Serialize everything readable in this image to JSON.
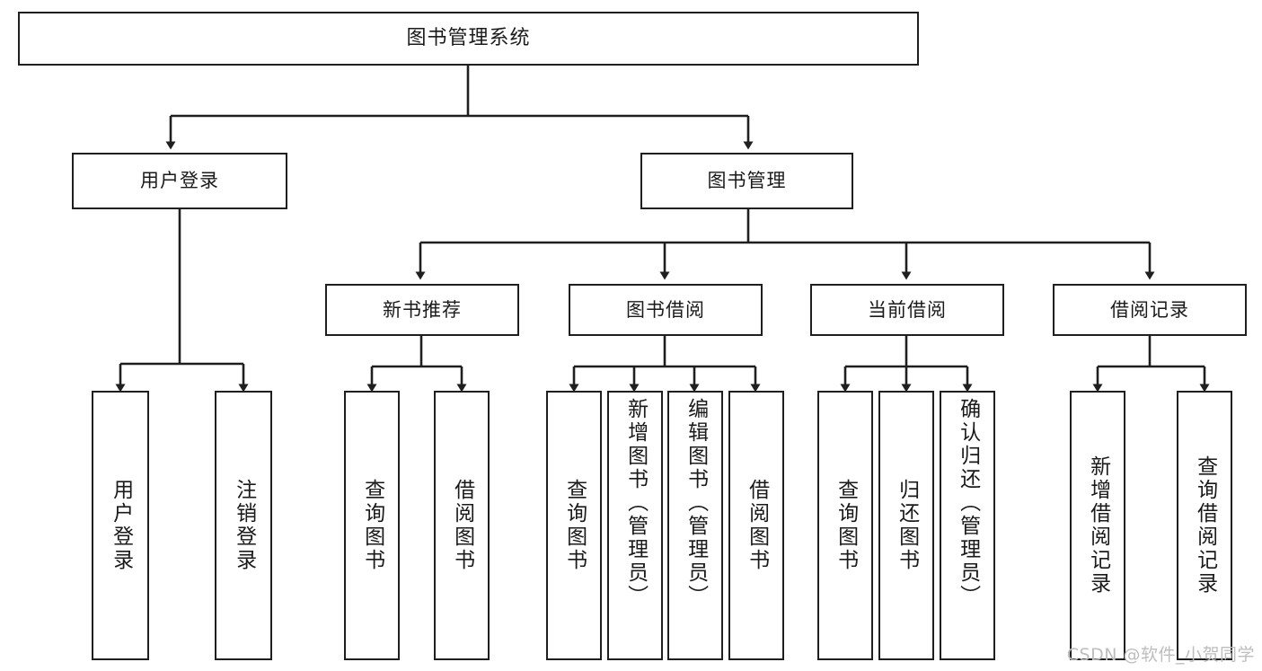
{
  "diagram": {
    "title": "图书管理系统",
    "type": "tree-hierarchy",
    "orientation": "top-down",
    "colors": {
      "node_border": "#1f1f1f",
      "node_fill": "#ffffff",
      "edge": "#1f1f1f",
      "text": "#1a1a1a",
      "watermark": "#bdbdbd"
    }
  },
  "nodes": {
    "root": {
      "label": "图书管理系统"
    },
    "level2": [
      {
        "id": "user-login",
        "label": "用户登录"
      },
      {
        "id": "book-manage",
        "label": "图书管理"
      }
    ],
    "level3": [
      {
        "id": "new-book-recommend",
        "label": "新书推荐"
      },
      {
        "id": "book-borrow",
        "label": "图书借阅"
      },
      {
        "id": "current-borrow",
        "label": "当前借阅"
      },
      {
        "id": "borrow-record",
        "label": "借阅记录"
      }
    ],
    "leaves": {
      "user-login": [
        {
          "id": "leaf-user-login",
          "label": "用户登录"
        },
        {
          "id": "leaf-logout-login",
          "label": "注销登录"
        }
      ],
      "new-book-recommend": [
        {
          "id": "leaf-query-book-1",
          "label": "查询图书"
        },
        {
          "id": "leaf-borrow-book-1",
          "label": "借阅图书"
        }
      ],
      "book-borrow": [
        {
          "id": "leaf-query-book-2",
          "label": "查询图书"
        },
        {
          "id": "leaf-add-book-admin",
          "label": "新增图书（管理员）"
        },
        {
          "id": "leaf-edit-book-admin",
          "label": "编辑图书（管理员）"
        },
        {
          "id": "leaf-borrow-book-2",
          "label": "借阅图书"
        }
      ],
      "current-borrow": [
        {
          "id": "leaf-query-book-3",
          "label": "查询图书"
        },
        {
          "id": "leaf-return-book",
          "label": "归还图书"
        },
        {
          "id": "leaf-confirm-return-admin",
          "label": "确认归还（管理员）"
        }
      ],
      "borrow-record": [
        {
          "id": "leaf-add-borrow-record",
          "label": "新增借阅记录"
        },
        {
          "id": "leaf-query-borrow-record",
          "label": "查询借阅记录"
        }
      ]
    }
  },
  "watermark": {
    "text": "CSDN @软件_小贺同学"
  }
}
